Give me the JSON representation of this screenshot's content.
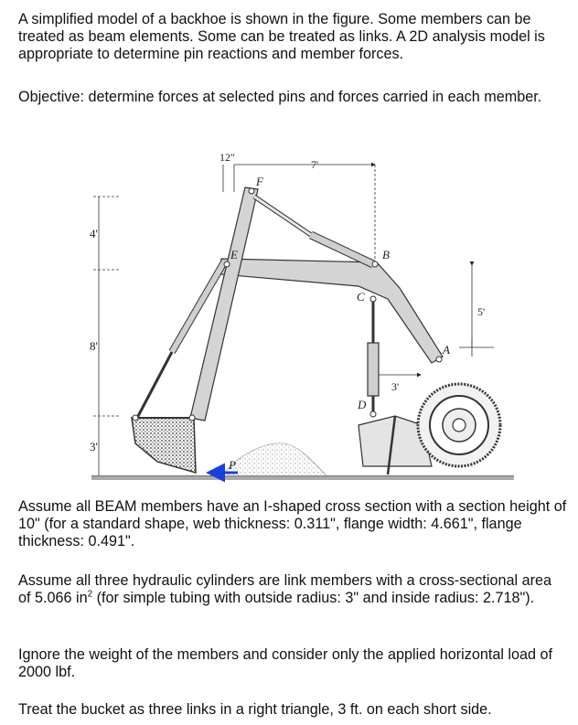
{
  "intro": {
    "p1": "A simplified model of a backhoe is shown in the figure.  Some members can be treated as beam elements.  Some can be treated as links.  A 2D analysis model is appropriate to determine pin reactions and member forces.",
    "p2": "Objective: determine forces at selected pins and forces carried in each member."
  },
  "figure": {
    "dims": {
      "d12in": "12\"",
      "d7ft": "7'",
      "d4ft": "4'",
      "d8ft": "8'",
      "d3ft_left": "3'",
      "d5ft": "5'",
      "d3ft_inner": "3'"
    },
    "labels": {
      "F": "F",
      "E": "E",
      "B": "B",
      "C": "C",
      "A": "A",
      "D": "D",
      "P": "P"
    },
    "colors": {
      "load_arrow": "#1a3fe0",
      "ink": "#222222",
      "member_fill": "#d4d4d4"
    }
  },
  "assumptions": {
    "beams": "Assume all BEAM members have an I-shaped cross section with a section height of 10\" (for a standard shape, web thickness: 0.311\", flange width: 4.661\", flange thickness: 0.491\".",
    "cyl_pre": "Assume all three hydraulic cylinders are link members with a cross-sectional area of 5.066 in",
    "cyl_sup": "2",
    "cyl_post": " (for simple tubing with outside radius: 3\" and inside radius: 2.718\").",
    "load": "Ignore the weight of the members and consider only the applied horizontal load of 2000 lbf.",
    "bucket": "Treat the bucket as three links in a right triangle, 3 ft. on each short side."
  }
}
